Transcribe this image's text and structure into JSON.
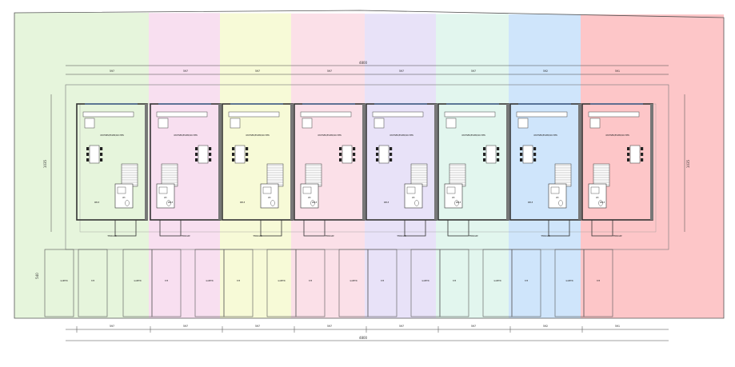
{
  "drawing": {
    "overall_dimension_top": "4800",
    "overall_dimension_bottom": "4800",
    "left_depth_dimension": "1035",
    "right_depth_dimension": "1035",
    "lower_left_dimension": "540"
  },
  "units": [
    {
      "color": "#e6f5dc",
      "width_label": "597",
      "room_label": "WOHNEN/ESSEN/KOCHEN"
    },
    {
      "color": "#f8dff0",
      "width_label": "597",
      "room_label": "WOHNEN/ESSEN/KOCHEN"
    },
    {
      "color": "#f7fad7",
      "width_label": "597",
      "room_label": "WOHNEN/ESSEN/KOCHEN"
    },
    {
      "color": "#fbe0e8",
      "width_label": "597",
      "room_label": "WOHNEN/ESSEN/KOCHEN"
    },
    {
      "color": "#e8e2f8",
      "width_label": "597",
      "room_label": "WOHNEN/ESSEN/KOCHEN"
    },
    {
      "color": "#e2f6ee",
      "width_label": "597",
      "room_label": "WOHNEN/ESSEN/KOCHEN"
    },
    {
      "color": "#cfe5fb",
      "width_label": "592",
      "room_label": "WOHNEN/ESSEN/KOCHEN"
    },
    {
      "color": "#fdc6c8",
      "width_label": "591",
      "room_label": "WOHNEN/ESSEN/KOCHEN"
    }
  ],
  "labels": {
    "wc": "WC",
    "hall": "DIELE",
    "terrace": "TERRASSE",
    "garden": "GARTEN",
    "parking": "STP"
  },
  "bottom_dimensions": [
    "597",
    "597",
    "597",
    "597",
    "597",
    "597",
    "592",
    "591"
  ]
}
